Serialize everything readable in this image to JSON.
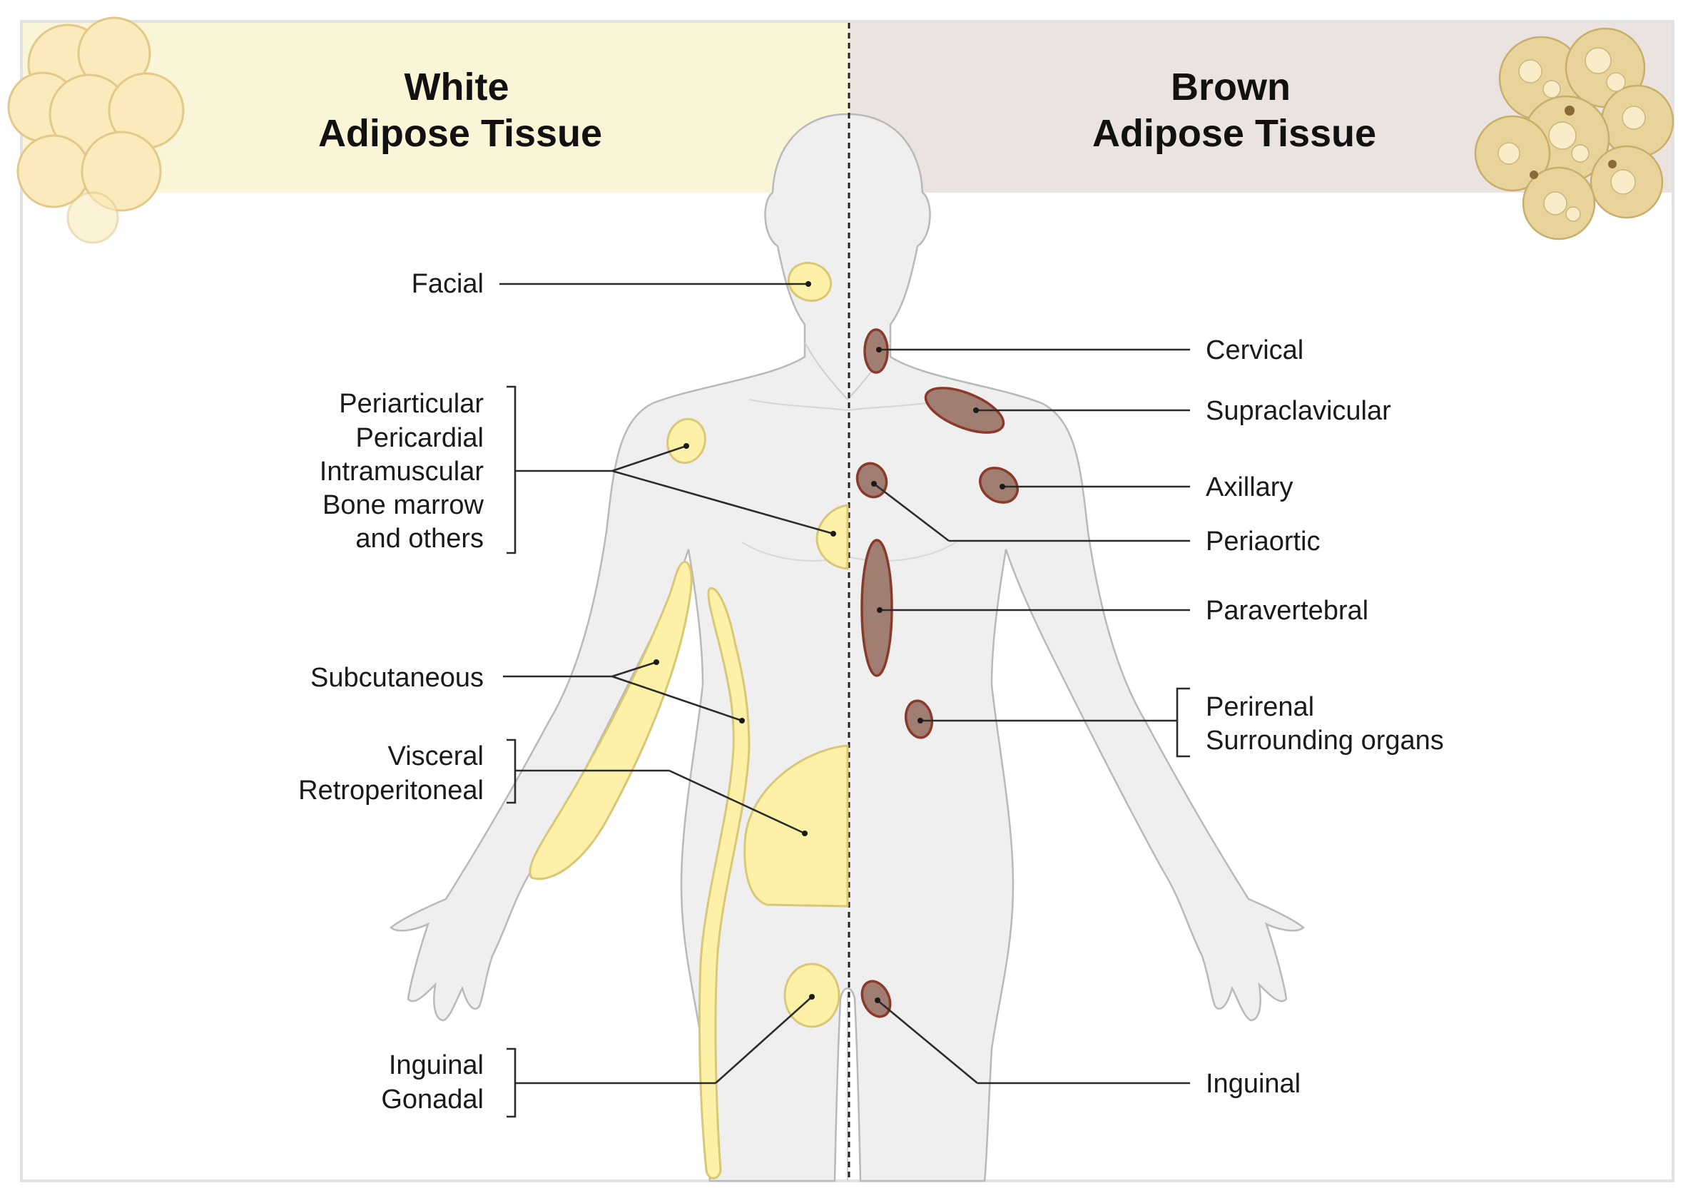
{
  "headers": {
    "white_line1": "White",
    "white_line2": "Adipose Tissue",
    "brown_line1": "Brown",
    "brown_line2": "Adipose Tissue"
  },
  "white_labels": {
    "facial": "Facial",
    "group1": [
      "Periarticular",
      "Pericardial",
      "Intramuscular",
      "Bone marrow",
      "and others"
    ],
    "subcutaneous": "Subcutaneous",
    "group2": [
      "Visceral",
      "Retroperitoneal"
    ],
    "group3": [
      "Inguinal",
      "Gonadal"
    ]
  },
  "brown_labels": {
    "cervical": "Cervical",
    "supraclavicular": "Supraclavicular",
    "axillary": "Axillary",
    "periaortic": "Periaortic",
    "paravertebral": "Paravertebral",
    "group": [
      "Perirenal",
      "Surrounding organs"
    ],
    "inguinal": "Inguinal"
  },
  "colors": {
    "white_band": "#fbf5d8",
    "brown_band": "#ebe3df",
    "white_fat": "#fdf1a8",
    "brown_fat": "#a07f72",
    "brown_outline": "#8a3a2a",
    "body": "#efefef"
  }
}
